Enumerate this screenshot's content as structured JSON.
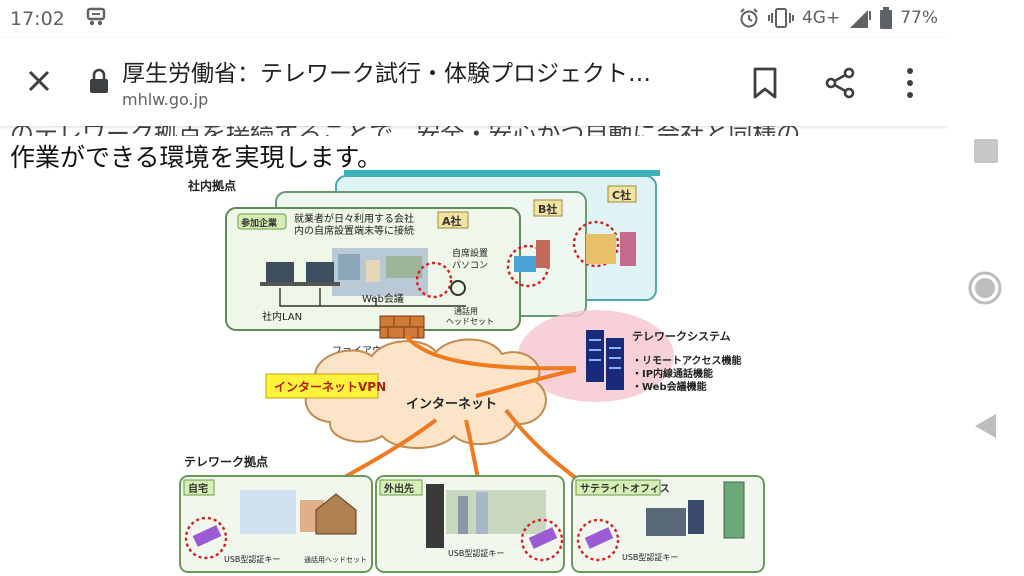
{
  "status": {
    "time": "17:02",
    "network": "4G+",
    "battery": "77%"
  },
  "toolbar": {
    "title": "厚生労働省：テレワーク試行・体験プロジェクト…",
    "url": "mhlw.go.jp"
  },
  "content": {
    "partial_line": "のテレワーク拠点を接続することで、安全・安心かつ自動に会社と同様の",
    "text_line": "作業ができる環境を実現します。"
  },
  "diagram": {
    "office_site": "社内拠点",
    "participating": "参加企業",
    "company_a": "A社",
    "company_b": "B社",
    "company_c": "C社",
    "connect_note_1": "就業者が日々利用する会社",
    "connect_note_2": "内の自席設置端末等に接続",
    "desk_pc_1": "自席設置",
    "desk_pc_2": "パソコン",
    "web_meeting": "Web会議",
    "lan": "社内LAN",
    "headset_1": "通話用",
    "headset_2": "ヘッドセット",
    "firewall": "ファイアウォール",
    "vpn": "インターネットVPN",
    "internet": "インターネット",
    "system_title": "テレワークシステム",
    "feature_1": "・リモートアクセス機能",
    "feature_2": "・IP内線通話機能",
    "feature_3": "・Web会議機能",
    "telework_site": "テレワーク拠点",
    "home": "自宅",
    "outside": "外出先",
    "satellite": "サテライトオフィス",
    "usb_key": "USB型認証キー",
    "headset_full": "通話用ヘッドセット"
  }
}
